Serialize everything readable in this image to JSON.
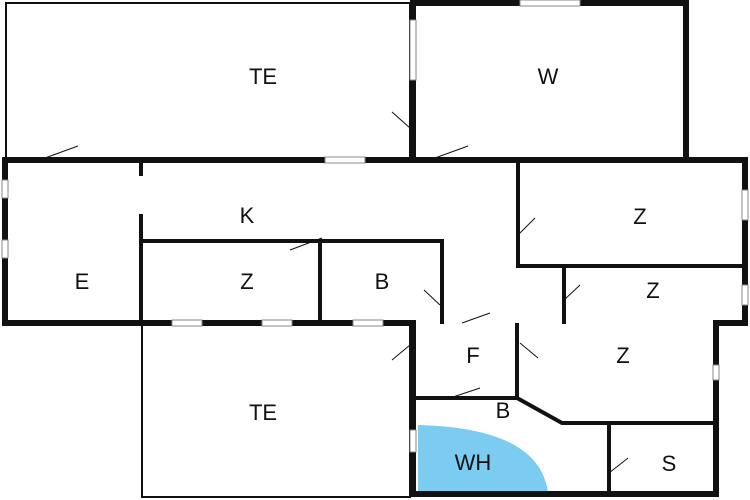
{
  "colors": {
    "wall": "#111111",
    "bath_fixture": "#7ccbf0"
  },
  "rooms": [
    {
      "label": "TE"
    },
    {
      "label": "W"
    },
    {
      "label": "K"
    },
    {
      "label": "Z"
    },
    {
      "label": "E"
    },
    {
      "label": "Z"
    },
    {
      "label": "B"
    },
    {
      "label": "Z"
    },
    {
      "label": "F"
    },
    {
      "label": "Z"
    },
    {
      "label": "TE"
    },
    {
      "label": "B"
    },
    {
      "label": "WH"
    },
    {
      "label": "S"
    }
  ]
}
